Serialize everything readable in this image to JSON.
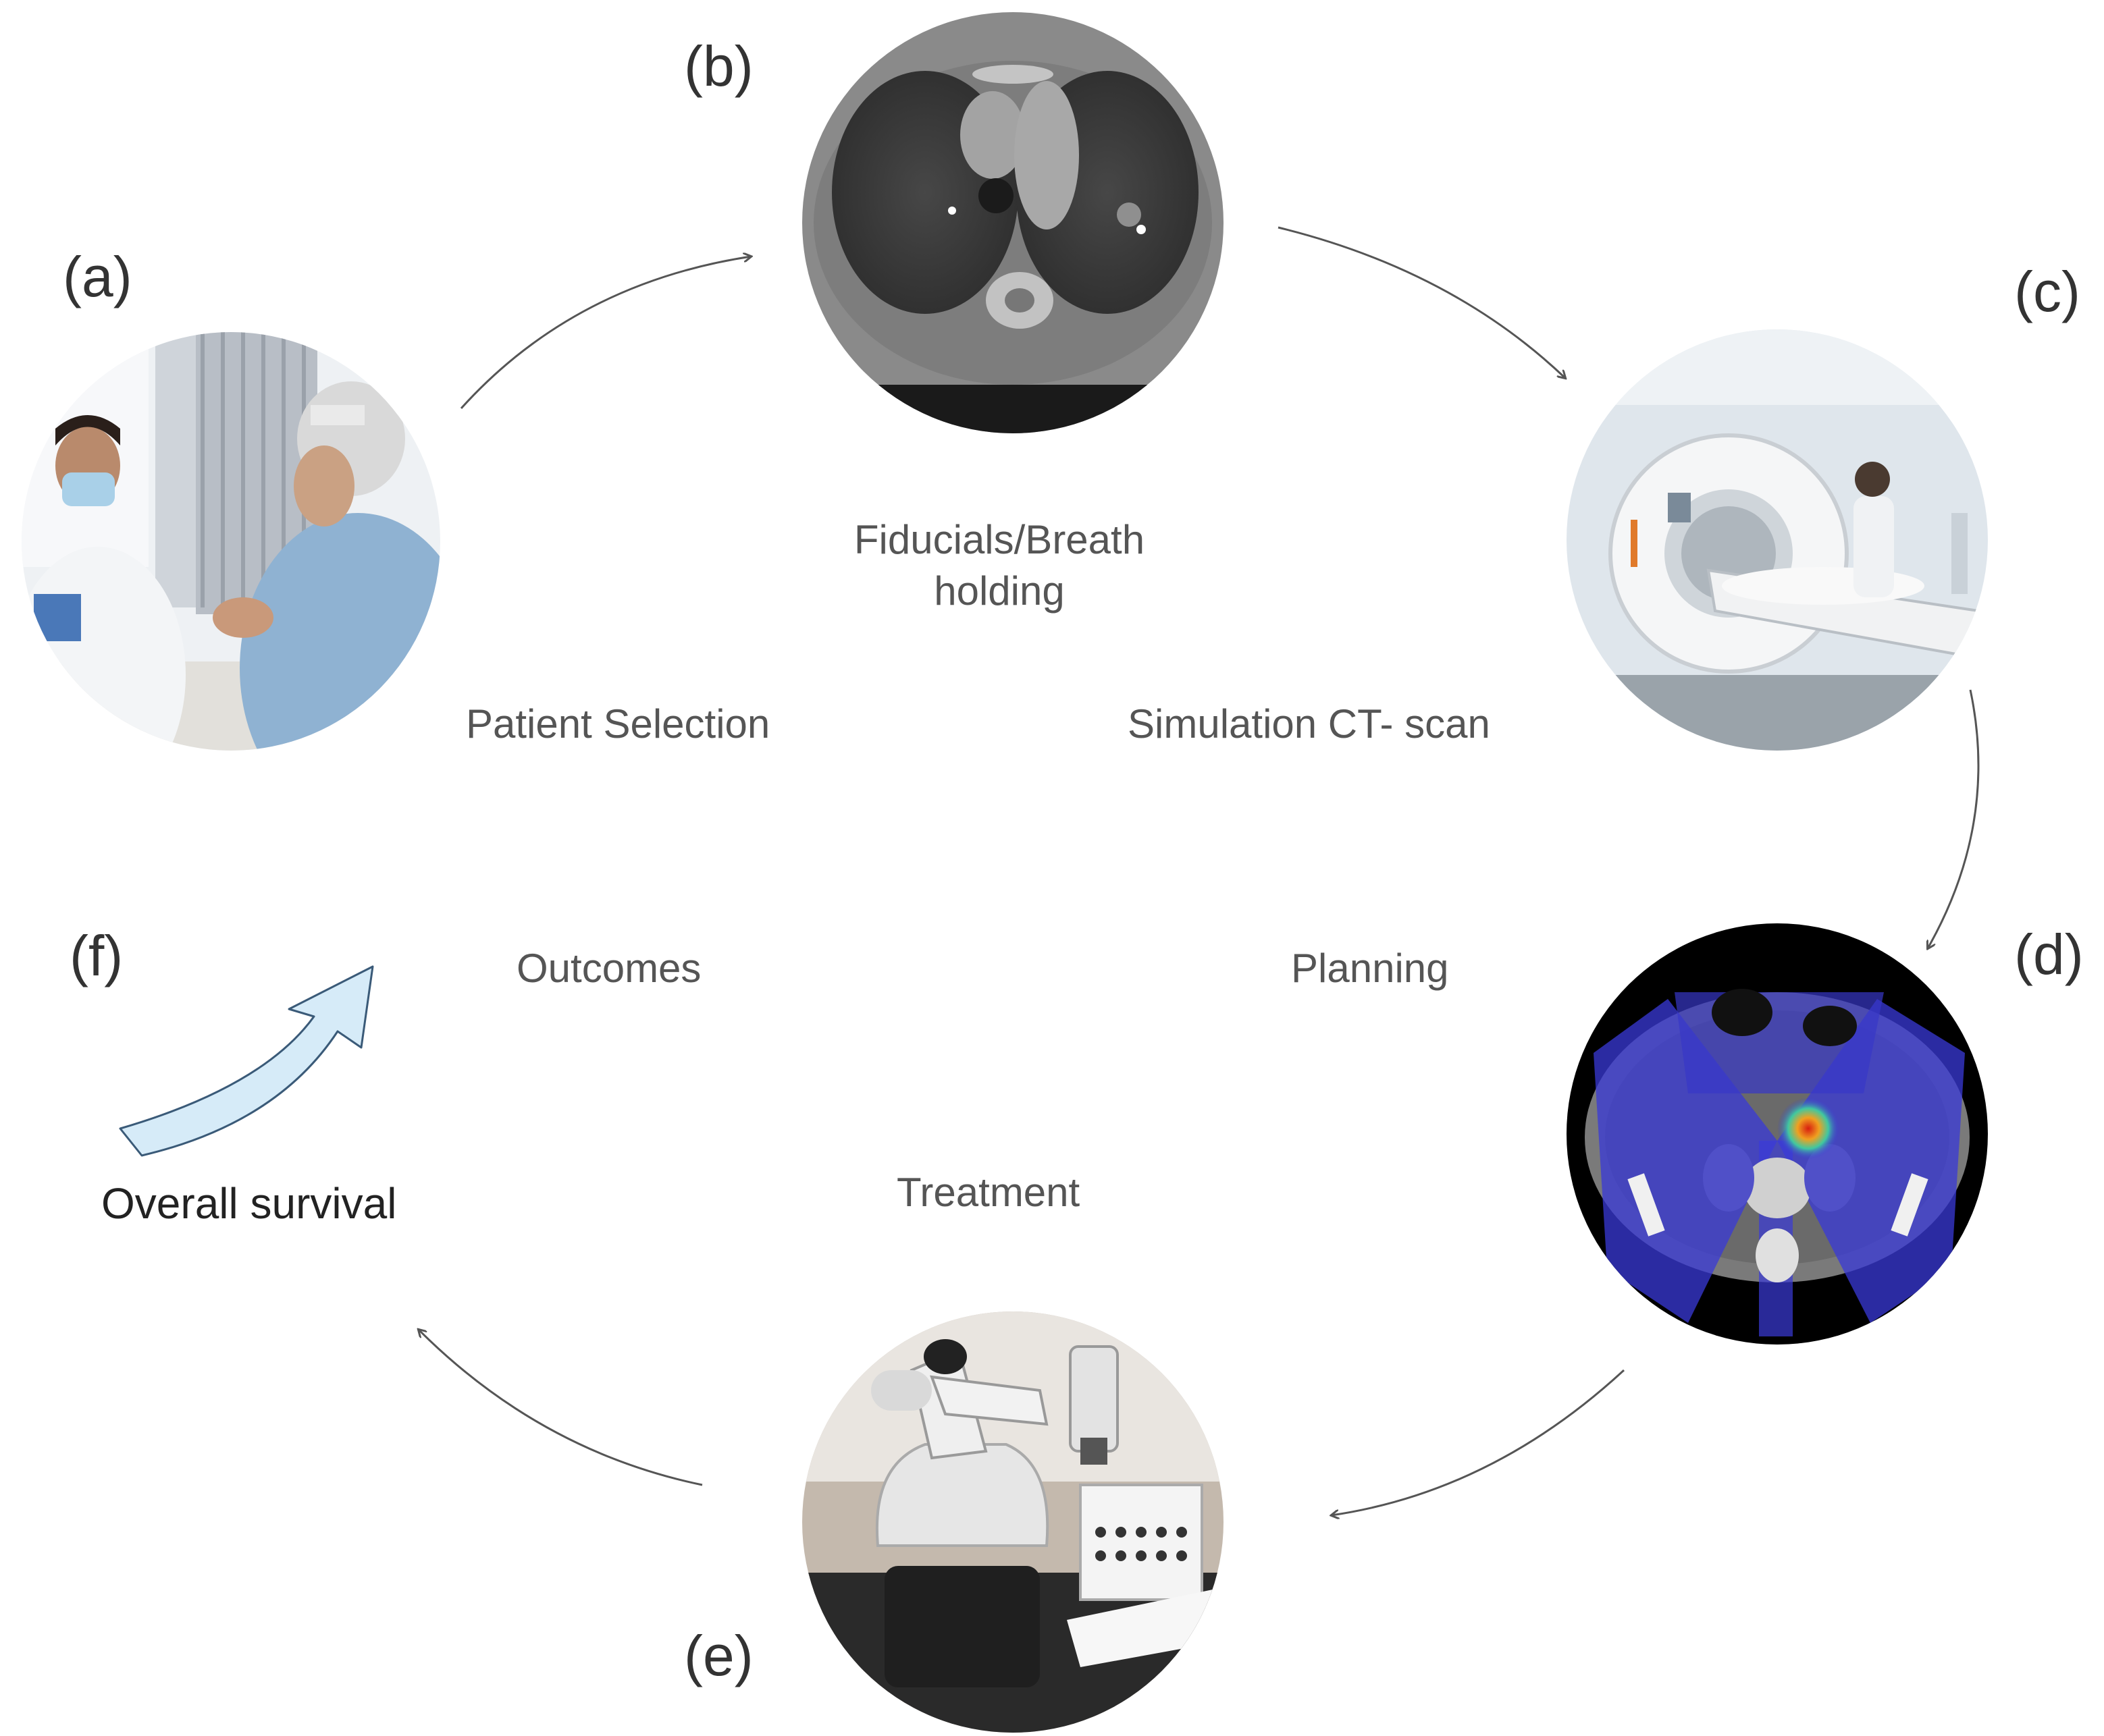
{
  "panels": {
    "a": {
      "letter": "(a)",
      "image": "doctor-patient-consultation-photo"
    },
    "b": {
      "letter": "(b)",
      "image": "thoracic-ct-slice-with-fiducials"
    },
    "c": {
      "letter": "(c)",
      "image": "ct-simulator-room-photo"
    },
    "d": {
      "letter": "(d)",
      "image": "abdominal-ct-dose-distribution"
    },
    "e": {
      "letter": "(e)",
      "image": "robotic-radiotherapy-unit-photo"
    },
    "f": {
      "letter": "(f)",
      "image": "rising-arrow-icon"
    }
  },
  "steps": {
    "patient_selection": "Patient Selection",
    "fiducials_line1": "Fiducials/Breath",
    "fiducials_line2": "holding",
    "simulation": "Simulation CT- scan",
    "planning": "Planning",
    "treatment": "Treatment",
    "outcomes": "Outcomes"
  },
  "survival_label": "Overall survival",
  "colors": {
    "arrow": "#555555",
    "survival_arrow_fill": "#d6ebf8",
    "survival_arrow_stroke": "#3a5a78",
    "dose_wash": "#3a3ad8",
    "dose_hot": "#e03020"
  }
}
